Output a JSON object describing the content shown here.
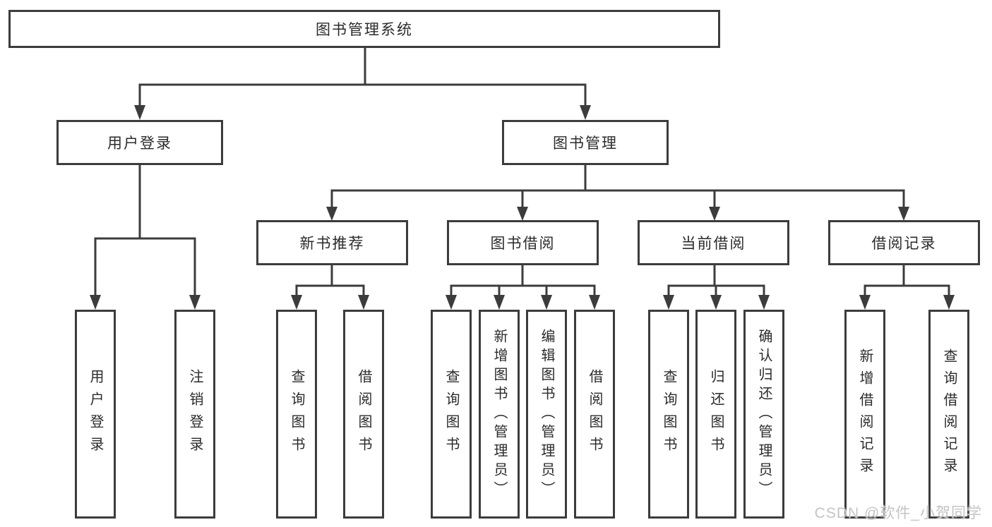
{
  "nodes": {
    "root": "图书管理系统",
    "level2": [
      "用户登录",
      "图书管理"
    ],
    "level3": [
      "新书推荐",
      "图书借阅",
      "当前借阅",
      "借阅记录"
    ],
    "user_login_children": [
      "用户登录",
      "注销登录"
    ],
    "new_book_children": [
      "查询图书",
      "借阅图书"
    ],
    "book_borrow_children": [
      "查询图书",
      "新增图书（管理员）",
      "编辑图书（管理员）",
      "借阅图书"
    ],
    "current_borrow_children": [
      "查询图书",
      "归还图书",
      "确认归还（管理员）"
    ],
    "borrow_record_children": [
      "新增借阅记录",
      "查询借阅记录"
    ]
  },
  "watermark": "CSDN @软件_小贺同学",
  "colors": {
    "line": "#3c3c3c",
    "text": "#2b2b2b",
    "box_background": "#ffffff",
    "watermark": "#c4c4c4",
    "page_background": "#ffffff"
  }
}
